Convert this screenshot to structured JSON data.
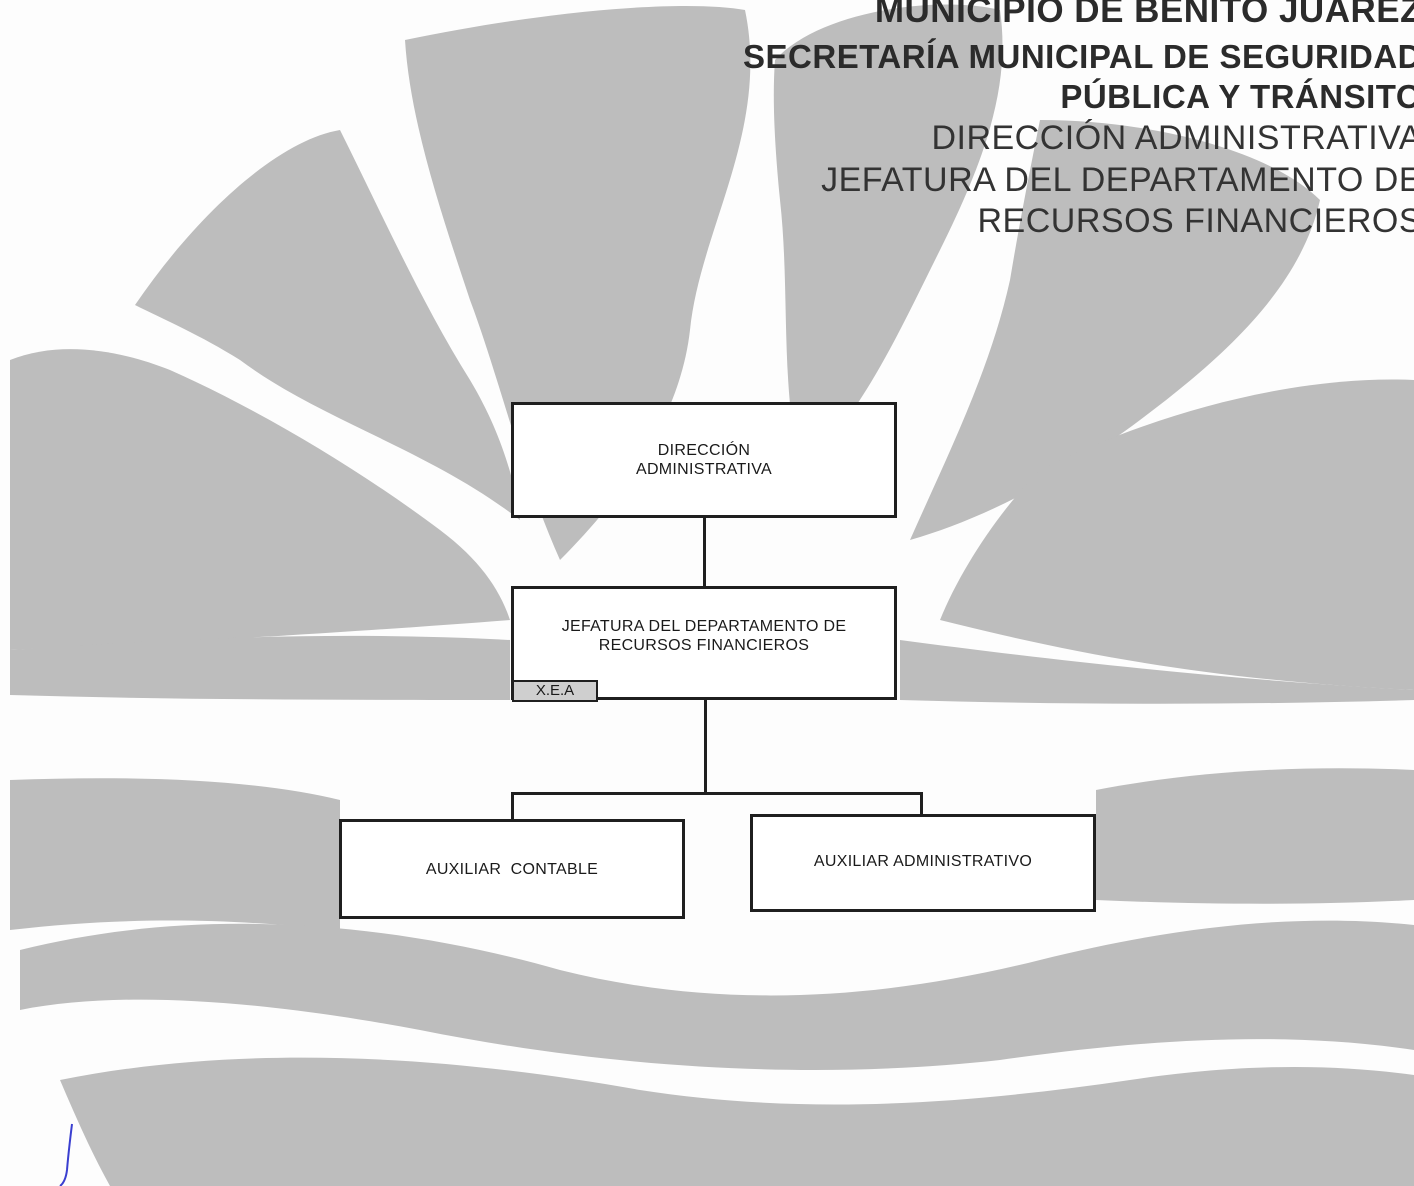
{
  "header": {
    "line1": "MUNICIPIO DE BENITO JUÁREZ",
    "line2": "SECRETARÍA MUNICIPAL DE SEGURIDAD",
    "line3": "PÚBLICA Y TRÁNSITO",
    "line4": "DIRECCIÓN ADMINISTRATIVA",
    "line5": "JEFATURA DEL DEPARTAMENTO DE",
    "line6": "RECURSOS FINANCIEROS"
  },
  "org_chart": {
    "top": "DIRECCIÓN\nADMINISTRATIVA",
    "middle": "JEFATURA DEL DEPARTAMENTO DE\nRECURSOS FINANCIEROS",
    "middle_tag": "X.E.A",
    "children": [
      "AUXILIAR  CONTABLE",
      "AUXILIAR ADMINISTRATIVO"
    ]
  },
  "colors": {
    "watermark": "#bdbdbd",
    "box_border": "#1f1f1f",
    "tag_fill": "#cfcfcf",
    "signature_ink": "#3a3fd0"
  }
}
